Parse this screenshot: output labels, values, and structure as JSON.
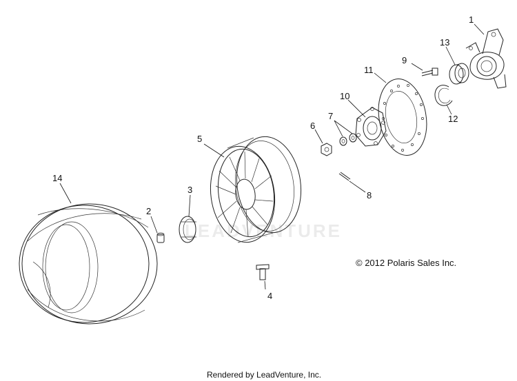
{
  "callouts": {
    "c1": "1",
    "c2": "2",
    "c3": "3",
    "c4": "4",
    "c5": "5",
    "c6": "6",
    "c7": "7",
    "c8": "8",
    "c9": "9",
    "c10": "10",
    "c11": "11",
    "c12": "12",
    "c13": "13",
    "c14": "14"
  },
  "copyright": "© 2012 Polaris Sales Inc.",
  "rendered_by": "Rendered by LeadVenture, Inc.",
  "watermark": "LEADVENTURE",
  "colors": {
    "line": "#222222",
    "background": "#ffffff"
  }
}
